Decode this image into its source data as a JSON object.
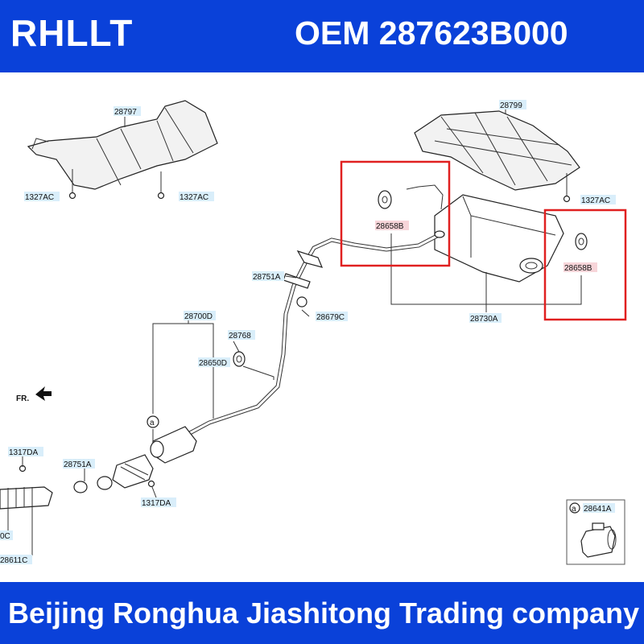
{
  "header": {
    "brand": "RHLLT",
    "oem_label": "OEM 287623B000"
  },
  "footer": {
    "company": "Beijing Ronghua Jiashitong Trading company"
  },
  "diagram": {
    "labels": {
      "heat_shield_front": "28797",
      "nut_left_a": "1327AC",
      "nut_left_b": "1327AC",
      "heat_shield_rear": "28799",
      "nut_right": "1327AC",
      "hanger_left": "28658B",
      "hanger_right": "28658B",
      "gasket_upper": "28751A",
      "bolt_upper": "28679C",
      "pipe_assembly": "28700D",
      "hanger_center": "28768",
      "center_pipe": "28650D",
      "muffler": "28730A",
      "front_label": "FR.",
      "bolt_lower_left": "1317DA",
      "gasket_lower": "28751A",
      "bolt_lower": "1317DA",
      "partial_left_a": "0C",
      "partial_left_b": "28611C",
      "callout_a": "a",
      "clamp_callout_a": "a",
      "clamp_part": "28641A"
    },
    "colors": {
      "highlight": "#e02020",
      "label_bg": "#d9eefa",
      "label_bg_hi": "#f7d5d9",
      "line": "#333333"
    }
  }
}
